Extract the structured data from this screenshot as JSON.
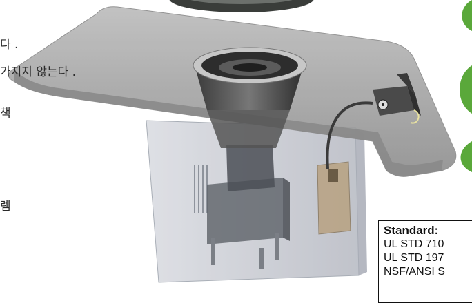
{
  "side_text": {
    "line1": "다 .",
    "line2": "가지지 않는다 .",
    "line3": "책",
    "line4": "렘"
  },
  "standard_box": {
    "title": "Standard:",
    "lines": [
      "UL STD 710",
      "UL STD 197",
      "NSF/ANSI S"
    ]
  },
  "colors": {
    "leaf_green": "#5aa83a",
    "table_top": "#a9a9a9",
    "cabinet_glass": "#c9ccd4",
    "standard_border": "#111111"
  },
  "icons": [
    "grill-burner",
    "control-box",
    "leaf"
  ]
}
